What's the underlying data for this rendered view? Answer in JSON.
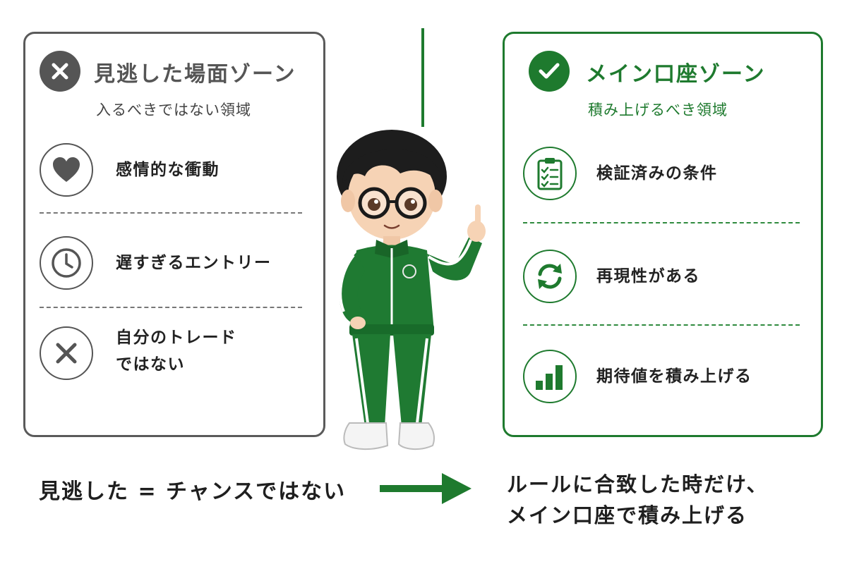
{
  "left_zone": {
    "title": "見逃した場面ゾーン",
    "subtitle": "入るべきではない領域",
    "header_icon": "x-circle-icon",
    "color": "#555555",
    "items": [
      {
        "icon": "heart-icon",
        "label": "感情的な衝動"
      },
      {
        "icon": "clock-icon",
        "label": "遅すぎるエントリー"
      },
      {
        "icon": "x-icon",
        "label": "自分のトレード\nではない"
      }
    ]
  },
  "right_zone": {
    "title": "メイン口座ゾーン",
    "subtitle": "積み上げるべき領域",
    "header_icon": "check-circle-icon",
    "color": "#1e7a2e",
    "items": [
      {
        "icon": "clipboard-checklist-icon",
        "label": "検証済みの条件"
      },
      {
        "icon": "refresh-cycle-icon",
        "label": "再現性がある"
      },
      {
        "icon": "bar-chart-icon",
        "label": "期待値を積み上げる"
      }
    ]
  },
  "bottom": {
    "left_text": "見逃した = チャンスではない",
    "right_text_line1": "ルールに合致した時だけ、",
    "right_text_line2": "メイン口座で積み上げる"
  },
  "accent_color": "#1e7a2e"
}
